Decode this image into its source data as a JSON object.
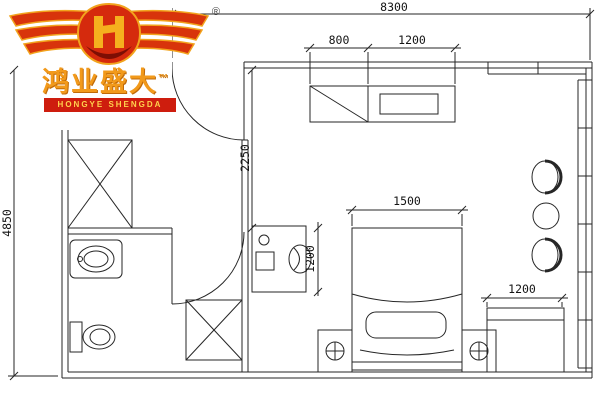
{
  "logo": {
    "brand_cn": "鸿业盛大",
    "trademark": "™",
    "registered": "®",
    "brand_en": "HONGYE SHENGDA",
    "colors": {
      "red": "#d52a0d",
      "gold": "#f2a31d",
      "dark_red": "#7d0e04",
      "banner_text": "#ffd24d"
    }
  },
  "floor_plan": {
    "dimensions": {
      "overall_width": "8300",
      "overall_depth": "4850",
      "entry_zone_depth": "2250",
      "cabinet_segment_left": "800",
      "cabinet_segment_right": "1200",
      "bed_width": "1500",
      "desk_length": "1200",
      "corner_table_width": "1200"
    },
    "furniture": [
      "wardrobe",
      "entry-door",
      "bathroom-door",
      "sink",
      "toilet",
      "luggage-rack",
      "desk",
      "desk-chair",
      "tv-cabinet",
      "bed",
      "nightstand",
      "floor-lamp",
      "lounge-chair",
      "round-table",
      "corner-table",
      "window"
    ]
  }
}
